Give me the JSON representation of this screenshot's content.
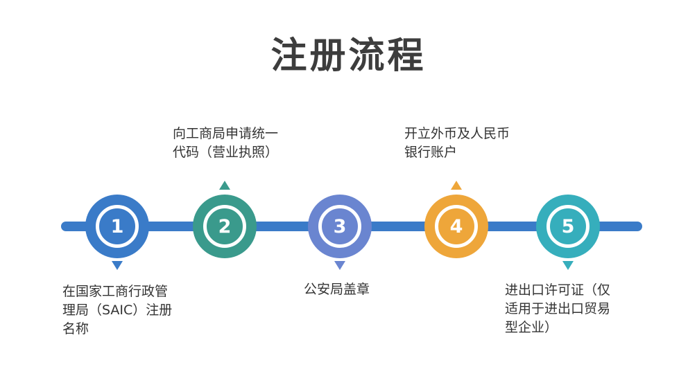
{
  "title": "注册流程",
  "colors": {
    "timeline": "#3a7bc8",
    "step1": "#3a7bc8",
    "step2": "#3a9a8c",
    "step3": "#6a85d0",
    "step4": "#eea63a",
    "step5": "#36aebc"
  },
  "steps": [
    {
      "number": "1",
      "lines": [
        "在国家工商行政管",
        "理局（SAIC）注册",
        "名称"
      ]
    },
    {
      "number": "2",
      "lines": [
        "向工商局申请统一",
        "代码（营业执照）"
      ]
    },
    {
      "number": "3",
      "lines": [
        "公安局盖章"
      ]
    },
    {
      "number": "4",
      "lines": [
        "开立外币及人民币",
        "银行账户"
      ]
    },
    {
      "number": "5",
      "lines": [
        "进出口许可证（仅",
        "适用于进出口贸易",
        "型企业）"
      ]
    }
  ]
}
